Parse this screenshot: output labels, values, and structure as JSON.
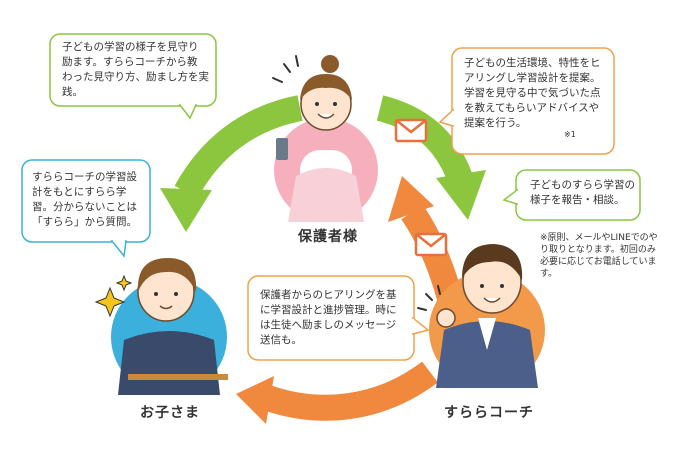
{
  "roles": {
    "parent": "保護者様",
    "child": "お子さま",
    "coach": "すららコーチ"
  },
  "bubbles": {
    "parent_to_child": "子どもの学習の様子を見守り\n励ます。すららコーチから教\nわった見守り方、励まし方を実\n践。",
    "parent_to_coach": "子どもの生活環境、特性をヒ\nアリングし学習設計を提案。\n学習を見守る中で気づいた点\nを教えてもらいアドバイスや\n提案を行う。",
    "parent_to_coach_mark": "※1",
    "coach_report": "子どものすらら学習の\n様子を報告・相談。",
    "child_study": "すららコーチの学習設\n計をもとにすらら学\n習。分からないことは\n「すらら」から質問。",
    "coach_to_child": "保護者からのヒアリングを基\nに学習設計と進捗管理。時に\nは生徒へ励ましのメッセージ\n送信も。"
  },
  "footnote": "※原則、メールやLINEでのや\nり取りとなります。初回のみ\n必要に応じてお電話していま\nす。",
  "colors": {
    "green": "#8cc63f",
    "orange": "#f0883e",
    "parent_circle": "#f6b0bd",
    "child_circle": "#3bb0dc",
    "coach_circle": "#f29a4a",
    "green_border": "#8cc63f",
    "orange_border": "#f0a04b",
    "blue_border": "#3bb0dc",
    "mail_icon": "#e8703c"
  },
  "icons": [
    "envelope-icon",
    "sparkle-icon",
    "smartphone-icon"
  ]
}
